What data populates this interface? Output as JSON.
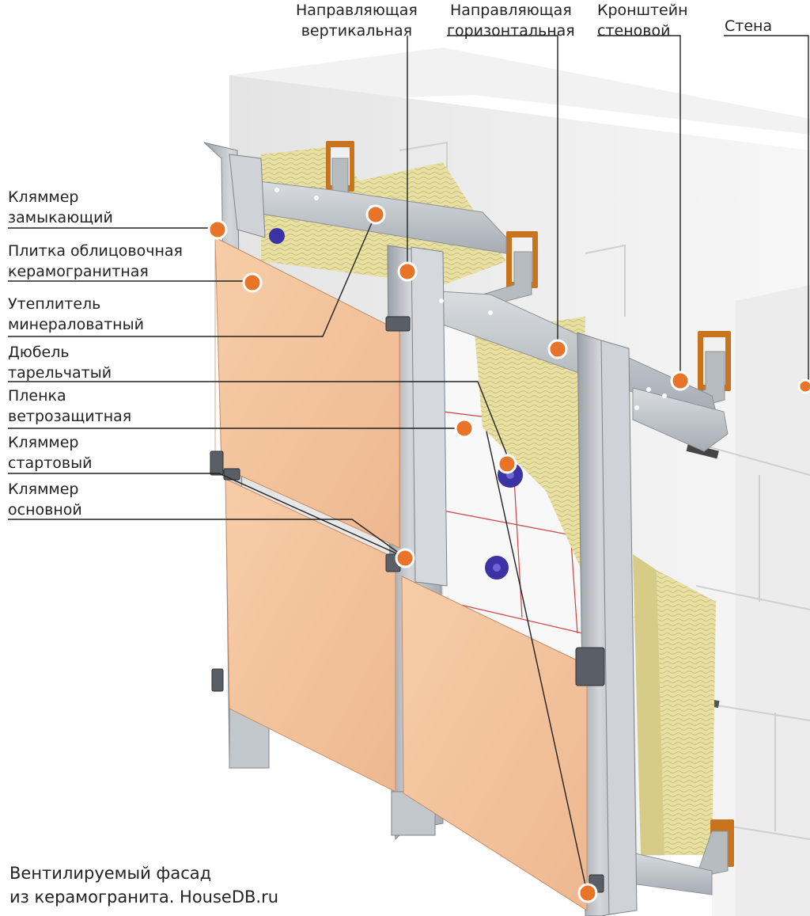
{
  "labels": {
    "guide_vertical": {
      "line1": "Направляющая",
      "line2": "вертикальная"
    },
    "guide_horizontal": {
      "line1": "Направляющая",
      "line2": "горизонтальная"
    },
    "bracket": {
      "line1": "Кронштейн",
      "line2": "стеновой"
    },
    "wall": "Стена",
    "clamp_closing": {
      "line1": "Кляммер",
      "line2": "замыкающий"
    },
    "tile": {
      "line1": "Плитка облицовочная",
      "line2": "керамогранитная"
    },
    "insulation": {
      "line1": "Утеплитель",
      "line2": "минераловатный"
    },
    "dowel": {
      "line1": "Дюбель",
      "line2": "тарельчатый"
    },
    "membrane": {
      "line1": "Пленка",
      "line2": "ветрозащитная"
    },
    "clamp_start": {
      "line1": "Кляммер",
      "line2": "стартовый"
    },
    "clamp_main": {
      "line1": "Кляммер",
      "line2": "основной"
    }
  },
  "caption": {
    "line1": "Вентилируемый фасад",
    "line2": "из керамогранита. HouseDB.ru"
  },
  "colors": {
    "marker": "#e8742a",
    "tile": "#f2c29c",
    "wall": "#eeeeee",
    "insulation": "#e9e2a8",
    "profile": "#b9bec4",
    "leader": "#222222"
  }
}
